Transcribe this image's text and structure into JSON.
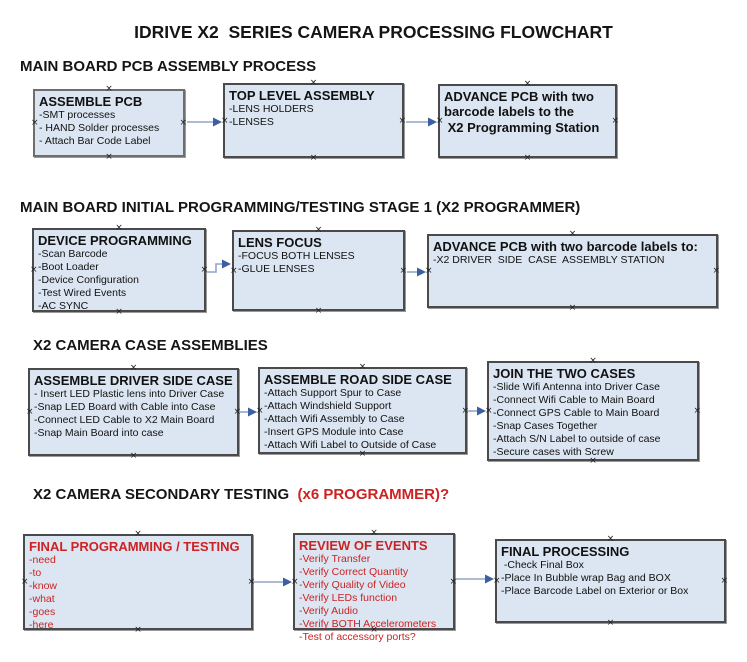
{
  "title": "IDRIVE X2  SERIES CAMERA PROCESSING FLOWCHART",
  "colors": {
    "box_fill": "#dce6f2",
    "box_border": "#4a4a4a",
    "arrow_line": "#92a5c6",
    "arrow_head": "#3b5fa0",
    "red_text": "#cc2222",
    "heading_text": "#151515"
  },
  "sections": [
    {
      "heading": "MAIN BOARD PCB ASSEMBLY PROCESS",
      "heading_red": "",
      "boxes": [
        {
          "title": "ASSEMBLE PCB",
          "lines": [
            "-SMT processes",
            "- HAND Solder processes",
            "- Attach Bar Code Label"
          ]
        },
        {
          "title": "TOP LEVEL ASSEMBLY",
          "lines": [
            "-LENS HOLDERS",
            "-LENSES"
          ]
        },
        {
          "title": "ADVANCE PCB with two",
          "lines": [
            "barcode labels to the",
            " X2 Programming Station"
          ]
        }
      ]
    },
    {
      "heading": "MAIN BOARD INITIAL PROGRAMMING/TESTING STAGE 1 (X2 PROGRAMMER)",
      "heading_red": "",
      "boxes": [
        {
          "title": "DEVICE PROGRAMMING",
          "lines": [
            "-Scan Barcode",
            "-Boot Loader",
            "-Device Configuration",
            "-Test Wired Events",
            "-AC SYNC"
          ]
        },
        {
          "title": "LENS FOCUS",
          "lines": [
            "-FOCUS BOTH LENSES",
            "-GLUE LENSES"
          ]
        },
        {
          "title": "ADVANCE PCB with two barcode labels to:",
          "lines": [
            "-X2 DRIVER  SIDE  CASE  ASSEMBLY STATION"
          ]
        }
      ]
    },
    {
      "heading": "X2 CAMERA CASE ASSEMBLIES",
      "heading_red": "",
      "boxes": [
        {
          "title": "ASSEMBLE DRIVER SIDE CASE",
          "lines": [
            "- Insert LED Plastic lens into Driver Case",
            "-Snap LED Board with Cable into Case",
            "-Connect LED Cable to X2 Main Board",
            "-Snap Main Board into case"
          ]
        },
        {
          "title": "ASSEMBLE ROAD SIDE CASE",
          "lines": [
            "-Attach Support Spur to Case",
            "-Attach Windshield Support",
            "-Attach Wifi Assembly to Case",
            "-Insert GPS Module into Case",
            "-Attach Wifi Label to Outside of Case"
          ]
        },
        {
          "title": "JOIN THE TWO CASES",
          "lines": [
            "-Slide Wifi Antenna into Driver Case",
            "-Connect Wifi Cable to Main Board",
            "-Connect GPS Cable to Main Board",
            "-Snap Cases Together",
            "-Attach S/N Label to outside of case",
            "-Secure cases with Screw"
          ]
        }
      ]
    },
    {
      "heading": "X2 CAMERA SECONDARY TESTING ",
      "heading_red": " (x6 PROGRAMMER)?",
      "boxes": [
        {
          "title": "FINAL PROGRAMMING / TESTING",
          "lines": [
            "-need",
            "-to",
            "-know",
            "-what",
            "-goes",
            "-here"
          ]
        },
        {
          "title": "REVIEW OF EVENTS",
          "lines": [
            "-Verify Transfer",
            "-Verify Correct Quantity",
            "-Verify Quality of Video",
            "-Verify LEDs function",
            "-Verify Audio",
            "-Verify BOTH Accelerometers",
            "-Test of accessory ports?"
          ]
        },
        {
          "title": "FINAL PROCESSING",
          "lines": [
            " -Check Final Box",
            "-Place In Bubble wrap Bag and BOX",
            "-Place Barcode Label on Exterior or Box"
          ]
        }
      ]
    }
  ]
}
